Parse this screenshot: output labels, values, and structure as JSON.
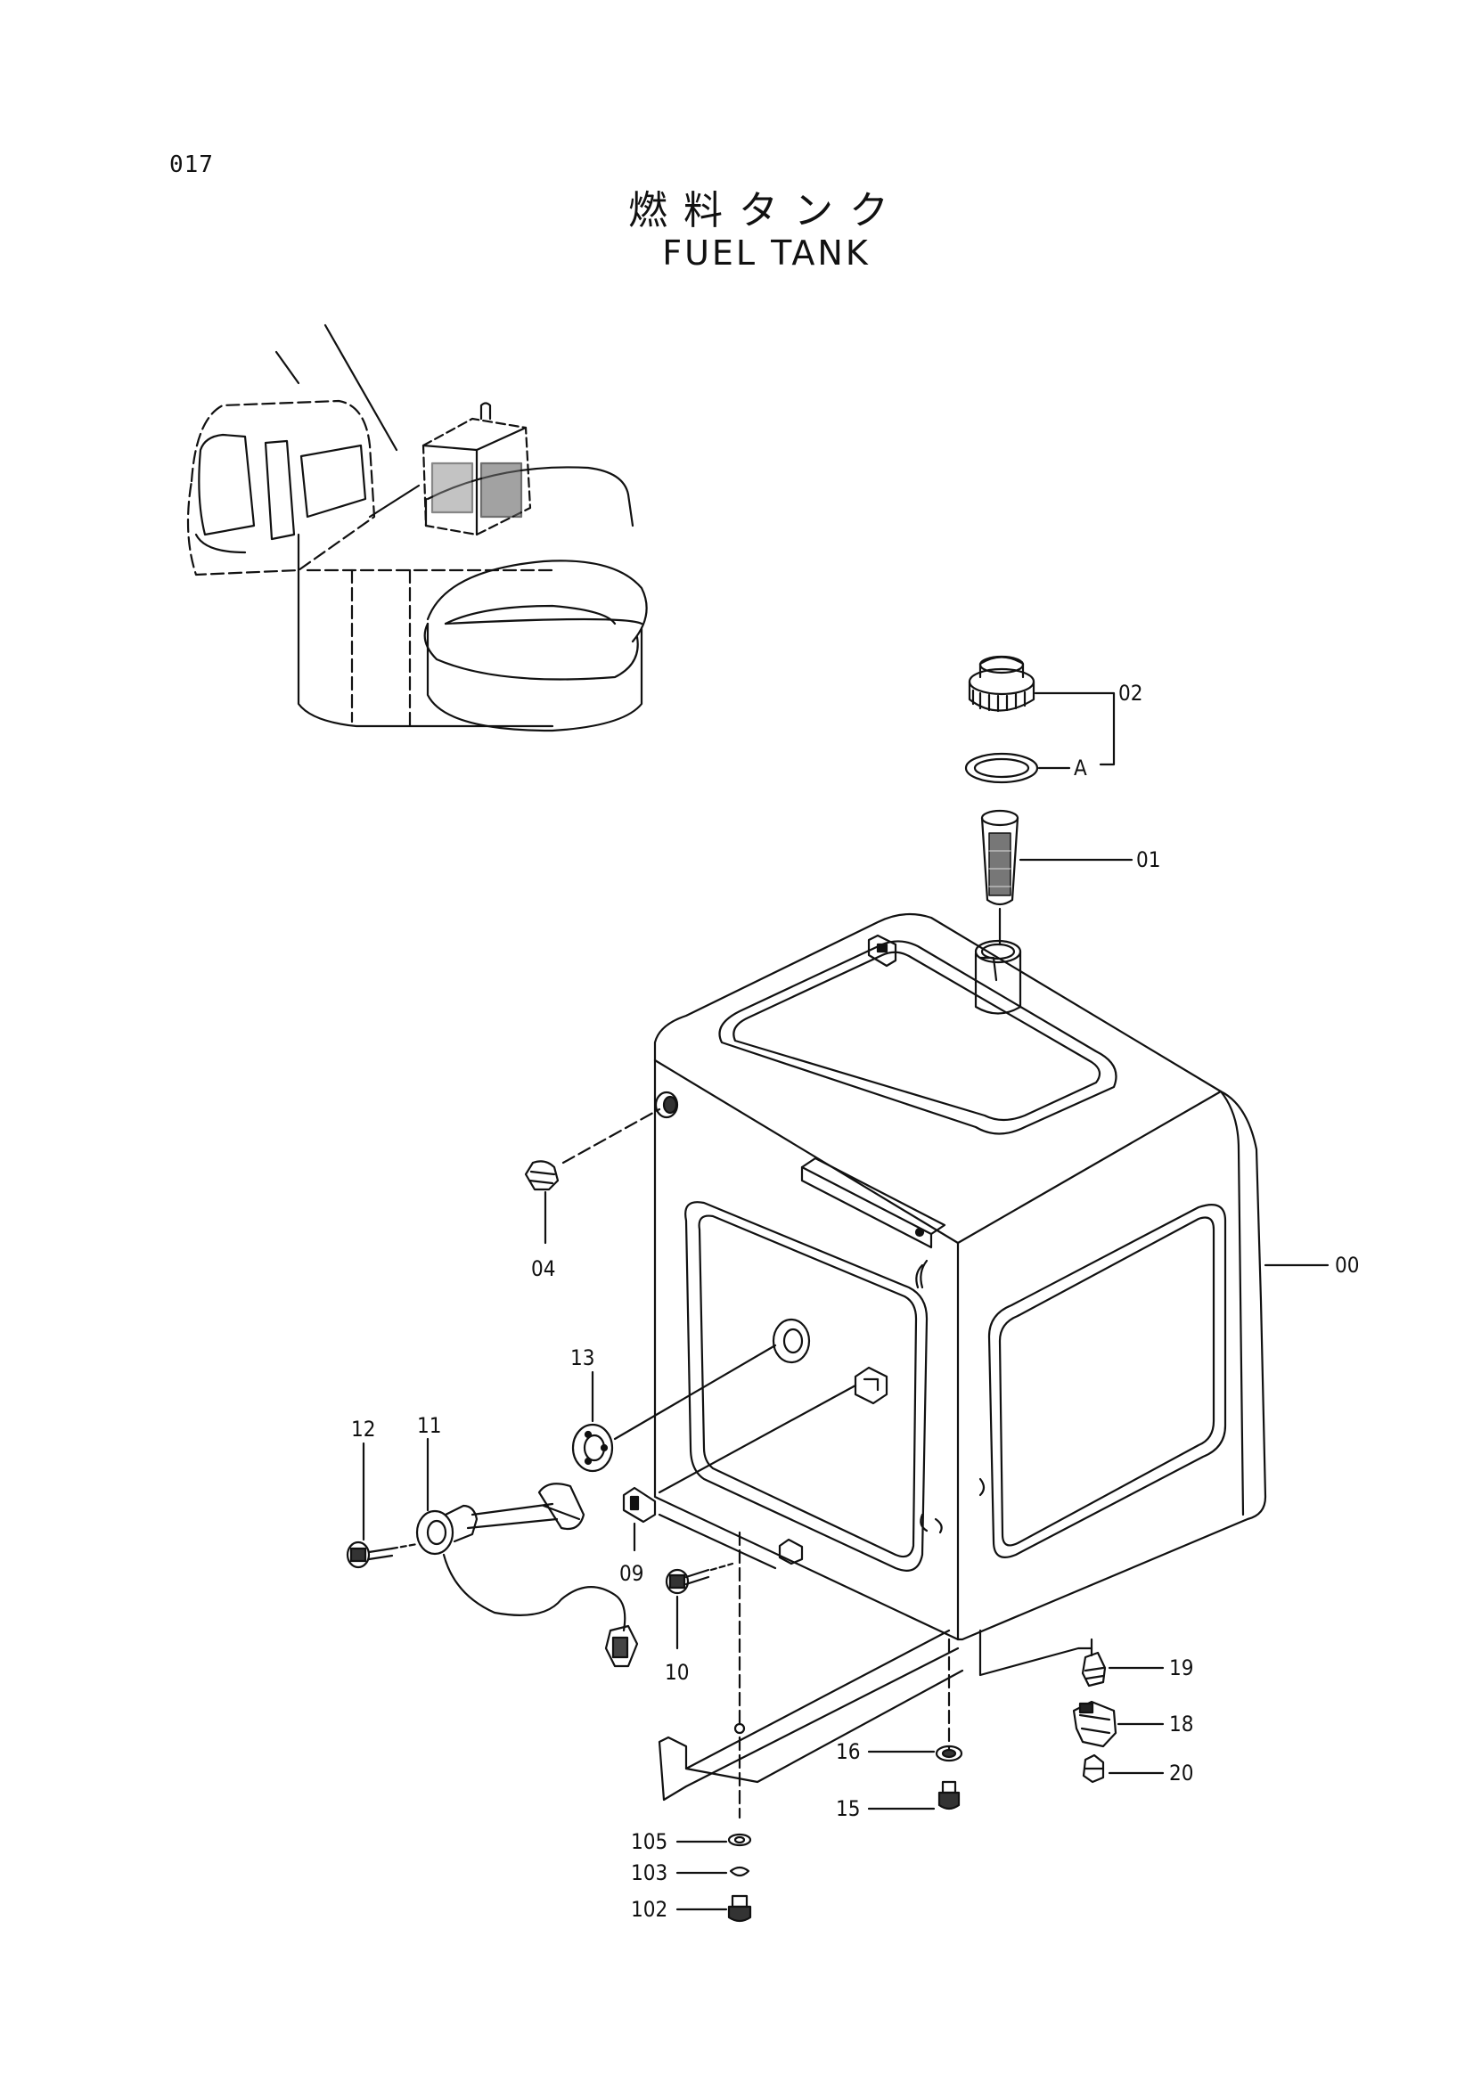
{
  "header": {
    "page_number": "017",
    "title_jp": "燃料タンク",
    "title_en": "FUEL TANK"
  },
  "callouts": {
    "p00": "00",
    "p01": "01",
    "p02": "02",
    "pA": "A",
    "p04": "04",
    "p09": "09",
    "p10": "10",
    "p11": "11",
    "p12": "12",
    "p13": "13",
    "p15": "15",
    "p16": "16",
    "p18": "18",
    "p19": "19",
    "p20": "20",
    "p102": "102",
    "p103": "103",
    "p105": "105"
  }
}
